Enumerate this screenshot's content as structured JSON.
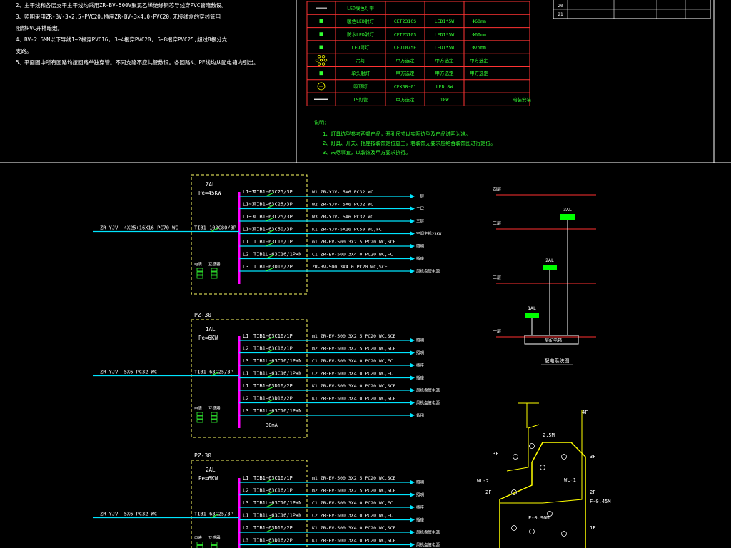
{
  "top_notes": [
    "2、主干线和各层支干主干线均采用ZR-BV-500V聚氯乙烯绝缘铜芯导线穿PVC管暗敷设。",
    "3、照明采用ZR-BV-3×2.5-PVC20,插座ZR-BV-3×4.0-PVC20,无接线盒的穿线管用",
    "   阻燃PVC开槽暗敷。",
    "4、BV-2.5MM以下导线1~2根穿PVC16, 3~4根穿PVC20, 5~8根穿PVC25,超过8根分支",
    "   支路。",
    "5、平面图中所有回路均按回路单独穿管。不同支路不应共管敷设。各回路N、PE线均从配电箱内引出。"
  ],
  "fixture_table": {
    "rows": [
      {
        "name": "LED暖色灯带",
        "model": "",
        "spec": "",
        "size": "",
        "remark": ""
      },
      {
        "name": "暖色LED射灯",
        "model": "CET2310S",
        "spec": "LED1*5W",
        "size": "Φ60mm",
        "remark": ""
      },
      {
        "name": "防水LED射灯",
        "model": "CET2310S",
        "spec": "LED1*5W",
        "size": "Φ60mm",
        "remark": ""
      },
      {
        "name": "LED筒灯",
        "model": "CEJ1075E",
        "spec": "LED1*5W",
        "size": "Φ75mm",
        "remark": ""
      },
      {
        "name": "吊灯",
        "model": "甲方选定",
        "spec": "甲方选定",
        "size": "甲方选定",
        "remark": ""
      },
      {
        "name": "单头射灯",
        "model": "甲方选定",
        "spec": "甲方选定",
        "size": "甲方选定",
        "remark": ""
      },
      {
        "name": "吸顶灯",
        "model": "CEX08-01",
        "spec": "LED 8W",
        "size": "",
        "remark": ""
      },
      {
        "name": "T5灯管",
        "model": "甲方选定",
        "spec": "18W",
        "size": "",
        "remark": "暗装安装"
      }
    ],
    "note_title": "说明：",
    "notes": [
      "1、灯具选型参考西顿产品，开孔尺寸以实际选型及产品说明为准。",
      "2、灯具、开关、插座按装饰定位施工，若装饰无要求应结合装饰图进行定位。",
      "3、未尽事宜，以装饰及甲方要求执行。"
    ]
  },
  "title_block_rows": [
    "20",
    "21"
  ],
  "panels": [
    {
      "box_label": "",
      "name": "ZAL",
      "power": "Pe=45KW",
      "incoming_cable": "ZR-YJV- 4X25+16X16 PC70 WC",
      "main_breaker": "TIB1-100C80/3P",
      "rcd_note": "",
      "circuits": [
        {
          "phase": "L1~3",
          "breaker": "TIB1-63C25/3P",
          "cable": "W1 ZR-YJV- 5X6 PC32 WC",
          "dest": "一层"
        },
        {
          "phase": "L1~3",
          "breaker": "TIB1-63C25/3P",
          "cable": "W2 ZR-YJV- 5X6 PC32 WC",
          "dest": "二层"
        },
        {
          "phase": "L1~3",
          "breaker": "TIB1-63C25/3P",
          "cable": "W3 ZR-YJV- 5X6 PC32 WC",
          "dest": "三层"
        },
        {
          "phase": "L1~3",
          "breaker": "TIB1-63C50/3P",
          "cable": "K1 ZR-YJV-5X16 PC50 WC,FC",
          "dest": "空调主机23KW"
        },
        {
          "phase": "L1",
          "breaker": "TIB1-63C16/1P",
          "cable": "m1 ZR-BV-500 3X2.5 PC20 WC,SCE",
          "dest": "照明"
        },
        {
          "phase": "L2",
          "breaker": "TIB1L-63C16/1P+N",
          "cable": "C1 ZR-BV-500 3X4.0 PC20 WC,FC",
          "dest": "插座"
        },
        {
          "phase": "L3",
          "breaker": "TIB1-63D16/2P",
          "cable": "ZR-BV-500 3X4.0 PC20 WC,SCE",
          "dest": "风机盘管电源"
        }
      ]
    },
    {
      "box_label": "PZ-30",
      "name": "1AL",
      "power": "Pe=6KW",
      "incoming_cable": "ZR-YJV- 5X6 PC32 WC",
      "main_breaker": "TIB1-63C25/3P",
      "rcd_note": "30mA",
      "circuits": [
        {
          "phase": "L1",
          "breaker": "TIB1-63C16/1P",
          "cable": "m1 ZR-BV-500 3X2.5 PC20 WC,SCE",
          "dest": "照明"
        },
        {
          "phase": "L2",
          "breaker": "TIB1-63C16/1P",
          "cable": "m2 ZR-BV-500 3X2.5 PC20 WC,SCE",
          "dest": "照明"
        },
        {
          "phase": "L3",
          "breaker": "TIB1L-63C16/1P+N",
          "cable": "C1 ZR-BV-500 3X4.0 PC20 WC,FC",
          "dest": "插座"
        },
        {
          "phase": "L1",
          "breaker": "TIB1L-63C16/1P+N",
          "cable": "C2 ZR-BV-500 3X4.0 PC20 WC,FC",
          "dest": "插座"
        },
        {
          "phase": "L1",
          "breaker": "TIB1-63D16/2P",
          "cable": "K1 ZR-BV-500 3X4.0 PC20 WC,SCE",
          "dest": "风机盘管电源"
        },
        {
          "phase": "L2",
          "breaker": "TIB1-63D16/2P",
          "cable": "K1 ZR-BV-500 3X4.0 PC20 WC,SCE",
          "dest": "风机盘管电源"
        },
        {
          "phase": "L3",
          "breaker": "TIB1L-63C16/1P+N",
          "cable": "",
          "dest": "备用"
        }
      ]
    },
    {
      "box_label": "PZ-30",
      "name": "2AL",
      "power": "Pe=6KW",
      "incoming_cable": "ZR-YJV- 5X6 PC32 WC",
      "main_breaker": "TIB1-63C25/3P",
      "rcd_note": "",
      "circuits": [
        {
          "phase": "L1",
          "breaker": "TIB1-63C16/1P",
          "cable": "m1 ZR-BV-500 3X2.5 PC20 WC,SCE",
          "dest": "照明"
        },
        {
          "phase": "L2",
          "breaker": "TIB1-63C16/1P",
          "cable": "m2 ZR-BV-500 3X2.5 PC20 WC,SCE",
          "dest": "照明"
        },
        {
          "phase": "L3",
          "breaker": "TIB1L-63C16/1P+N",
          "cable": "C1 ZR-BV-500 3X4.0 PC20 WC,FC",
          "dest": "插座"
        },
        {
          "phase": "L1",
          "breaker": "TIB1L-63C16/1P+N",
          "cable": "C2 ZR-BV-500 3X4.0 PC20 WC,FC",
          "dest": "插座"
        },
        {
          "phase": "L2",
          "breaker": "TIB1-63D16/2P",
          "cable": "K1 ZR-BV-500 3X4.0 PC20 WC,SCE",
          "dest": "风机盘管电源"
        },
        {
          "phase": "L3",
          "breaker": "TIB1-63D16/2P",
          "cable": "K1 ZR-BV-500 3X4.0 PC20 WC,SCE",
          "dest": "风机盘管电源"
        }
      ]
    }
  ],
  "meter_labels": [
    "电表",
    "互感器"
  ],
  "riser": {
    "floors": [
      "四层",
      "三层",
      "二层",
      "一层"
    ],
    "boxes": [
      "3AL",
      "2AL",
      "1AL"
    ],
    "main_box": "一层配电箱",
    "title": "配电系统图"
  },
  "plan": {
    "labels": [
      "4F",
      "3F",
      "3F",
      "2F",
      "2F",
      "WL-2",
      "WL-1",
      "1F",
      "F-0.45M",
      "F-0.90M",
      "2.5M"
    ]
  },
  "colors": {
    "background": "#000000",
    "cable": "#00e5ff",
    "bus": "#ff00ff",
    "box": "#ffff66",
    "breaker": "#33ff33",
    "table": "#ff3333",
    "floor": "#ff3030",
    "riser_box": "#00ff00",
    "plan": "#ffff00",
    "text": "#ffffff"
  }
}
